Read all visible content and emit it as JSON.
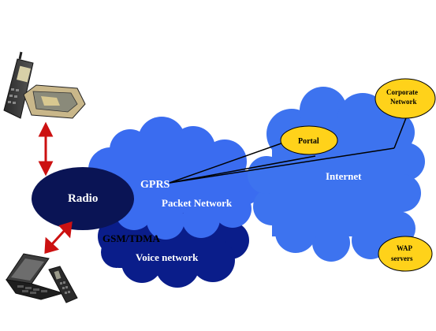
{
  "diagram": {
    "nodes": {
      "radio": "Radio",
      "gprs": "GPRS",
      "packet_network": "Packet Network",
      "gsm_tdma": "GSM/TDMA",
      "voice_network": "Voice network",
      "internet": "Internet",
      "portal": "Portal",
      "corporate_network_line1": "Corporate",
      "corporate_network_line2": "Network",
      "wap_servers_line1": "WAP",
      "wap_servers_line2": "servers"
    },
    "colors": {
      "packet_cloud": "#3a6cf0",
      "internet_cloud": "#3d73ef",
      "voice_cloud": "#0a1d8a",
      "radio_ellipse": "#0a1455",
      "server_ellipse": "#ffd21a",
      "arrow": "#cc1111",
      "label_light": "#ffffff",
      "label_dark": "#000000"
    },
    "devices": [
      "mobile-phone",
      "pda-and-phone"
    ]
  }
}
